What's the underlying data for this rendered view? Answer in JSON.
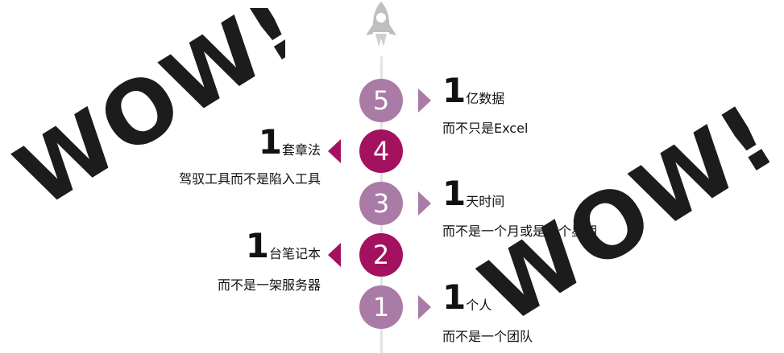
{
  "wow_left": "WOW!",
  "wow_right": "WOW!",
  "steps": [
    {
      "num": "5",
      "big": "1",
      "label": "亿数据",
      "desc": "而不只是Excel",
      "side": "right",
      "tone": "light"
    },
    {
      "num": "4",
      "big": "1",
      "label": "套章法",
      "desc": "驾驭工具而不是陷入工具",
      "side": "left",
      "tone": "dark"
    },
    {
      "num": "3",
      "big": "1",
      "label": "天时间",
      "desc": "而不是一个月或是一个星期",
      "side": "right",
      "tone": "light"
    },
    {
      "num": "2",
      "big": "1",
      "label": "台笔记本",
      "desc": "而不是一架服务器",
      "side": "left",
      "tone": "dark"
    },
    {
      "num": "1",
      "big": "1",
      "label": "个人",
      "desc": "而不是一个团队",
      "side": "right",
      "tone": "light"
    }
  ],
  "colors": {
    "light": "#a97ba6",
    "dark": "#a4115e",
    "line": "#e3e3e3",
    "wow": "#1c1c1c"
  }
}
